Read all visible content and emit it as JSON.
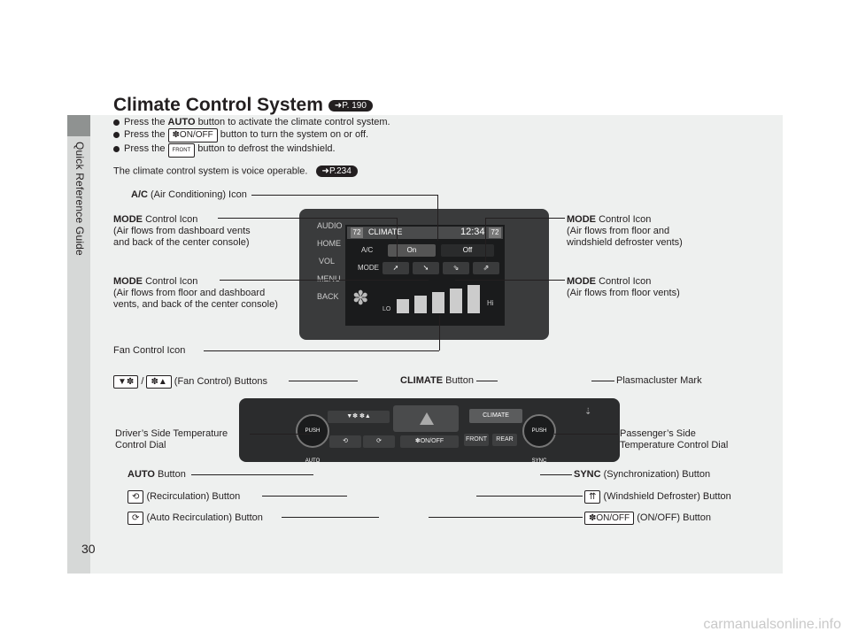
{
  "sidebar": {
    "label": "Quick Reference Guide"
  },
  "page_number": "30",
  "title": "Climate Control System",
  "title_ref": "P. 190",
  "bullets": [
    {
      "pre": "Press the",
      "button": "AUTO",
      "post": "button to activate the climate control system."
    },
    {
      "pre": "Press the",
      "button": "ON/OFF",
      "post": "button to turn the system on or off."
    },
    {
      "pre": "Press the",
      "button": "FRONT",
      "post": "button to defrost the windshield."
    }
  ],
  "voice_note": "The climate control system is voice operable.",
  "voice_ref": "P.234",
  "callouts": {
    "ac_icon_b": "A/C",
    "ac_icon": "(Air Conditioning) Icon",
    "mode1_b": "MODE",
    "mode1": "Control Icon",
    "mode1_l2": "(Air flows from dashboard vents",
    "mode1_l3": "and back of the center console)",
    "mode2_b": "MODE",
    "mode2": "Control Icon",
    "mode2_l2": "(Air flows from floor and dashboard",
    "mode2_l3": "vents, and back of the center console)",
    "mode3_b": "MODE",
    "mode3": "Control Icon",
    "mode3_l2": "(Air flows from floor and",
    "mode3_l3": "windshield defroster vents)",
    "mode4_b": "MODE",
    "mode4": "Control Icon",
    "mode4_l2": "(Air flows from floor vents)",
    "fan_icon": "Fan Control Icon",
    "fan_buttons": "(Fan Control) Buttons",
    "climate_b": "CLIMATE",
    "climate": "Button",
    "plasma": "Plasmacluster Mark",
    "driver_l1": "Driver’s Side Temperature",
    "driver_l2": "Control Dial",
    "pass_l1": "Passenger’s Side",
    "pass_l2": "Temperature Control Dial",
    "auto_b": "AUTO",
    "auto": "Button",
    "sync_b": "SYNC",
    "sync": "(Synchronization) Button",
    "recirc": "(Recirculation) Button",
    "wshield": "(Windshield Defroster) Button",
    "auto_recirc": "(Auto Recirculation) Button",
    "onoff": "(ON/OFF) Button"
  },
  "display": {
    "temp_left": "72",
    "header": "CLIMATE",
    "clock": "12:34",
    "temp_right": "72",
    "ac_label": "A/C",
    "ac_on": "On",
    "ac_off": "Off",
    "mode_label": "MODE",
    "fan_lo": "LO",
    "fan_hi": "Hi",
    "side_icons": [
      "AUDIO",
      "HOME",
      "VOL",
      "MENU",
      "BACK"
    ]
  },
  "panel": {
    "climate_label": "CLIMATE",
    "onoff_label": "ON/OFF",
    "knob_left": "PUSH AUTO",
    "knob_right": "PUSH SYNC",
    "front_label": "FRONT",
    "rear_label": "REAR"
  },
  "watermark": "carmanualsonline.info"
}
